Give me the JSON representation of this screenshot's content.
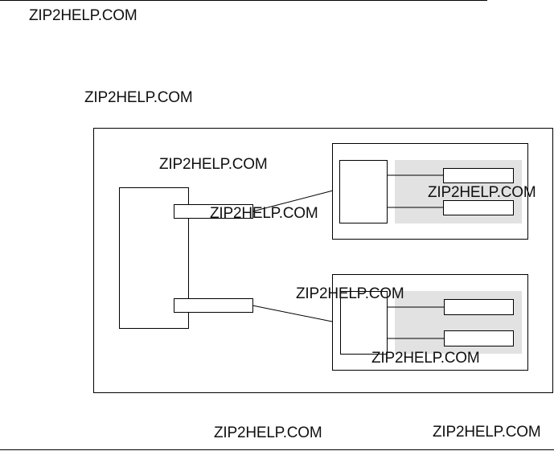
{
  "watermarks": [
    "ZIP2HELP.COM",
    "ZIP2HELP.COM",
    "ZIP2HELP.COM",
    "ZIP2HELP.COM",
    "ZIP2HELP.COM",
    "ZIP2HELP.COM",
    "ZIP2HELP.COM",
    "ZIP2HELP.COM",
    "ZIP2HELP.COM"
  ],
  "colors": {
    "stroke": "#000000",
    "shaded_panel": "#e2e2e2",
    "background": "#ffffff"
  }
}
